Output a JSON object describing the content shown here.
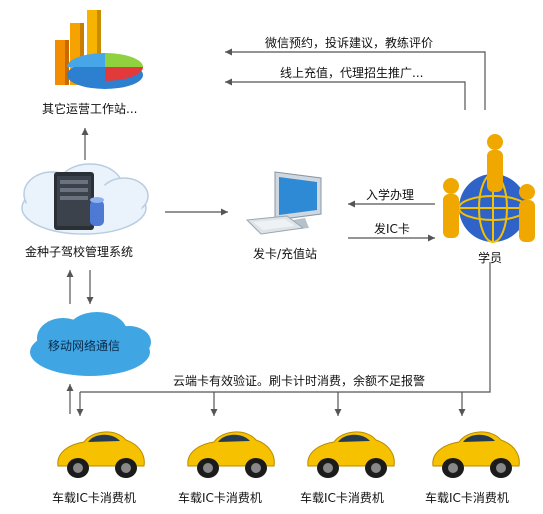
{
  "nodes": {
    "ops_station": "其它运营工作站...",
    "mgmt_system": "金种子驾校管理系统",
    "card_station": "发卡/充值站",
    "student": "学员",
    "mobile_network": "移动网络通信"
  },
  "arrows": {
    "top1": "微信预约，投诉建议，教练评价",
    "top2": "线上充值，代理招生推广...",
    "enroll": "入学办理",
    "issue_card": "发IC卡",
    "bottom": "云端卡有效验证。刷卡计时消费，余额不足报警"
  },
  "cars": [
    {
      "label": "车载IC卡消费机"
    },
    {
      "label": "车载IC卡消费机"
    },
    {
      "label": "车载IC卡消费机"
    },
    {
      "label": "车载IC卡消费机"
    }
  ],
  "colors": {
    "arrow": "#555555",
    "car_body": "#f6c200",
    "cloud": "#3fa5e3",
    "server": "#2b2f36",
    "people": "#f0a800",
    "globe": "#2f63c8"
  }
}
